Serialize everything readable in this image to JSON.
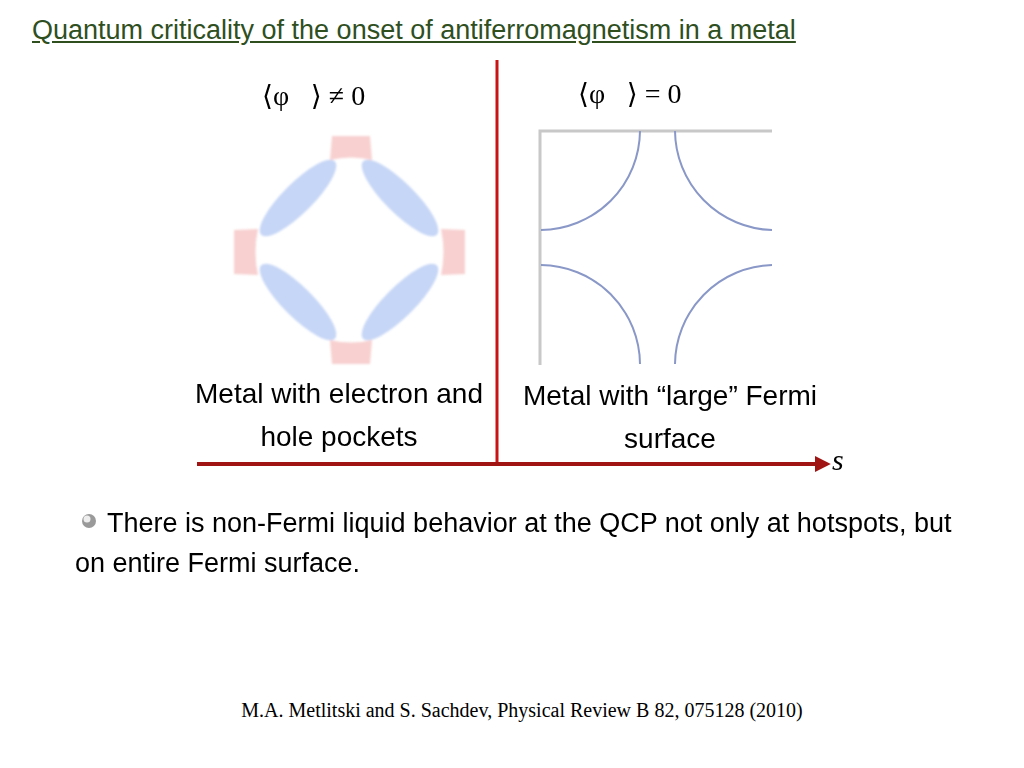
{
  "diagram": {
    "title": "Quantum criticality of the onset of antiferromagnetism in a metal",
    "labels": [
      "⟨φ⃗⟩ ≠ 0",
      "⟨φ⃗⟩ = 0",
      "Metal with electron and hole pockets",
      "Metal with “large” Fermi surface",
      "s",
      "There is non-Fermi liquid behavior at the QCP not only at hotspots, but on entire Fermi surface.",
      "M.A. Metlitski and S. Sachdev, Physical Review B 82, 075128 (2010)"
    ]
  }
}
